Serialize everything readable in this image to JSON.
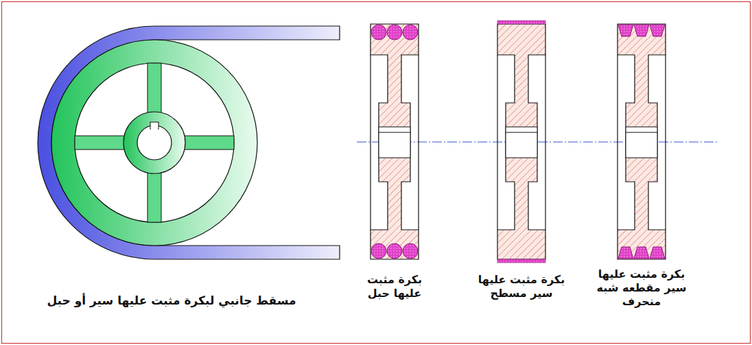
{
  "diagram": {
    "labels": [
      "مسقط جانبي لبكرة مثبت عليها سير أو حبل",
      "بكرة مثبت عليها حبل",
      "بكرة مثبت عليها سير مسطح",
      "بكرة مثبت عليها سير مقطعه شبه منحرف"
    ]
  }
}
